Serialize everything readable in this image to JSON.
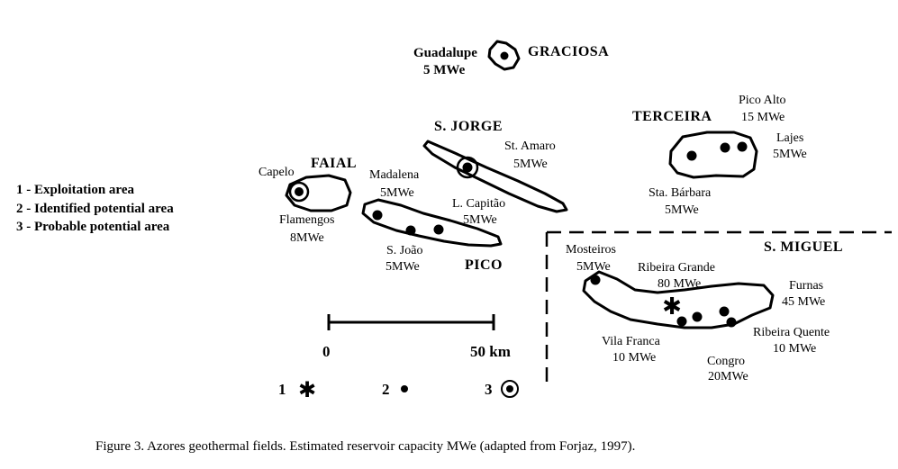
{
  "legend": {
    "item1": "1 - Exploitation area",
    "item2": "2 - Identified potential area",
    "item3": "3 - Probable potential area"
  },
  "islands": {
    "graciosa": "GRACIOSA",
    "s_jorge": "S. JORGE",
    "terceira": "TERCEIRA",
    "faial": "FAIAL",
    "pico": "PICO",
    "s_miguel": "S. MIGUEL"
  },
  "fields": {
    "guadalupe": {
      "name": "Guadalupe",
      "capacity": "5 MWe"
    },
    "st_amaro": {
      "name": "St. Amaro",
      "capacity": "5MWe"
    },
    "l_capitao": {
      "name": "L. Capitão",
      "capacity": "5MWe"
    },
    "madalena": {
      "name": "Madalena",
      "capacity": "5MWe"
    },
    "s_joao": {
      "name": "S. João",
      "capacity": "5MWe"
    },
    "capelo": {
      "name": "Capelo"
    },
    "flamengos": {
      "name": "Flamengos",
      "capacity": "8MWe"
    },
    "pico_alto": {
      "name": "Pico Alto",
      "capacity": "15 MWe"
    },
    "lajes": {
      "name": "Lajes",
      "capacity": "5MWe"
    },
    "st_barbara": {
      "name": "Sta. Bárbara",
      "capacity": "5MWe"
    },
    "mosteiros": {
      "name": "Mosteiros",
      "capacity": "5MWe"
    },
    "ribeira_grande": {
      "name": "Ribeira Grande",
      "capacity": "80 MWe"
    },
    "furnas": {
      "name": "Furnas",
      "capacity": "45 MWe"
    },
    "ribeira_quente": {
      "name": "Ribeira Quente",
      "capacity": "10 MWe"
    },
    "vila_franca": {
      "name": "Vila Franca",
      "capacity": "10 MWe"
    },
    "congro": {
      "name": "Congro",
      "capacity": "20MWe"
    }
  },
  "scale": {
    "start": "0",
    "end": "50 km"
  },
  "symbols": {
    "exploitation": "1",
    "identified": "2",
    "probable": "3"
  },
  "caption": "Figure 3. Azores geothermal fields. Estimated reservoir capacity MWe (adapted from Forjaz, 1997)."
}
